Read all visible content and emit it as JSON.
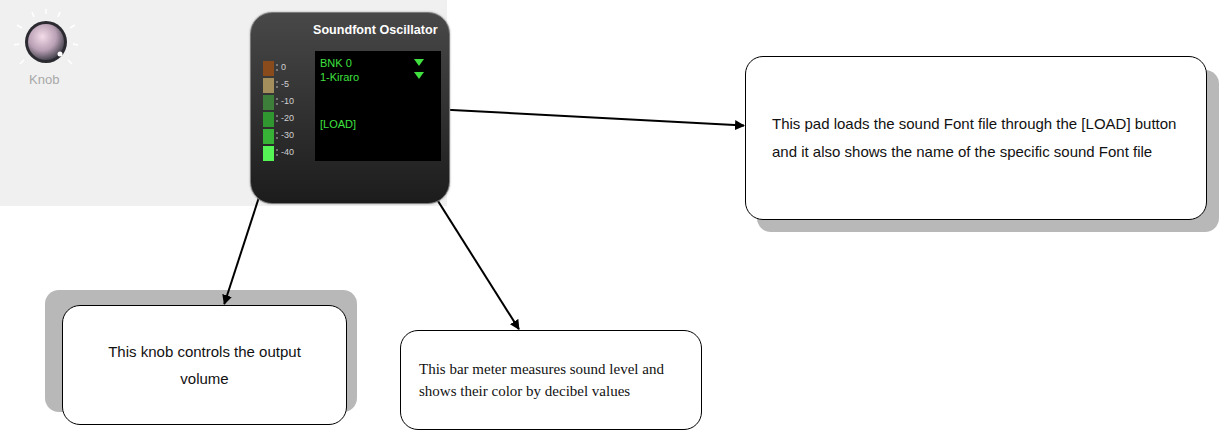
{
  "diagram": {
    "nodes": [
      {
        "text": [
          "Soundfont Oscillator"
        ]
      },
      {
        "text": [
          "0",
          "-5",
          "-10",
          "-20",
          "-30",
          "-40"
        ],
        "in": 0
      },
      {
        "text": [
          "BNK 0",
          "1-Kiraro",
          "[LOAD]"
        ],
        "in": 0
      },
      {
        "text": [
          "This knob controls the output volume"
        ]
      },
      {
        "text": [
          "This bar meter measures sound level and shows their color by decibel values"
        ]
      },
      {
        "text": [
          "This pad loads the sound Font file through the [LOAD] button and it also shows the name of the specific sound Font file"
        ]
      }
    ],
    "edges": [
      {
        "from": 1,
        "to": 3,
        "arrow": "to"
      },
      {
        "from": 2,
        "to": 4,
        "arrow": "to"
      },
      {
        "from": 2,
        "to": 5,
        "arrow": "to"
      }
    ],
    "labels": [
      "Knob"
    ]
  }
}
